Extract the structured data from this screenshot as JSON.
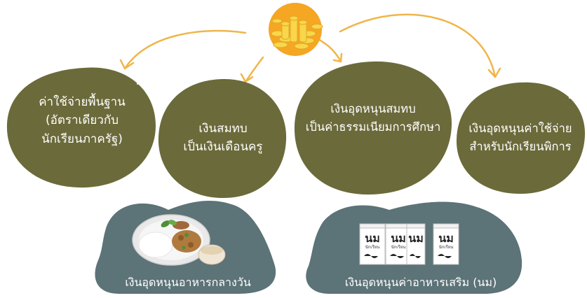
{
  "colors": {
    "bubble": "#6b6a3a",
    "bubble_dark": "#5a5a2c",
    "arrow": "#f0b54a",
    "coin_badge": "#f5a623",
    "coin": "#f9d64a",
    "bottom_blob": "#5c7377",
    "text": "#ffffff"
  },
  "icons": {
    "top": "coins-icon",
    "left_bottom": "rice-plate-meal-icon",
    "right_bottom": "milk-carton-icon"
  },
  "bubbles": [
    {
      "name": "bubble-basic-expense",
      "text": "ค่าใช้จ่ายพื้นฐาน\n(อัตราเดียวกับ\nนักเรียนภาครัฐ)"
    },
    {
      "name": "bubble-teacher-salary",
      "text": "เงินสมทบ\nเป็นเงินเดือนครู"
    },
    {
      "name": "bubble-tuition-subsidy",
      "text": "เงินอุดหนุนสมทบ\nเป็นค่าธรรมเนียมการศึกษา"
    },
    {
      "name": "bubble-disabled-students",
      "text": "เงินอุดหนุนค่าใช้จ่าย\nสำหรับนักเรียนพิการ"
    }
  ],
  "bottom": {
    "lunch_label": "เงินอุดหนุนอาหารกลางวัน",
    "milk_label": "เงินอุดหนุนค่าอาหารเสริม (นม)",
    "milk_carton_text": "นม",
    "milk_carton_subtext": "นักเรียน"
  }
}
